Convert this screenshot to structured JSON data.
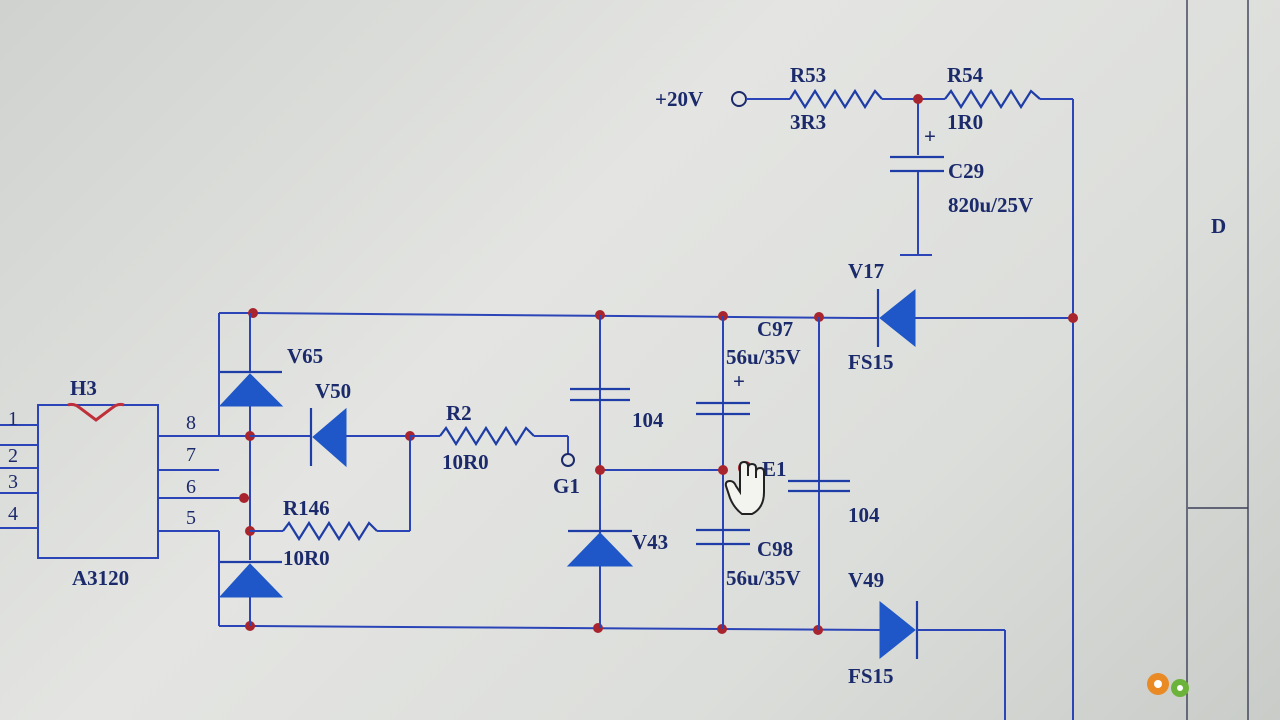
{
  "supply": {
    "label": "+20V"
  },
  "resistors": {
    "r53": {
      "name": "R53",
      "value": "3R3"
    },
    "r54": {
      "name": "R54",
      "value": "1R0"
    },
    "r2": {
      "name": "R2",
      "value": "10R0"
    },
    "r146": {
      "name": "R146",
      "value": "10R0"
    }
  },
  "capacitors": {
    "c29": {
      "name": "C29",
      "value": "820u/25V",
      "polarity": "+"
    },
    "c97": {
      "name": "C97",
      "value": "56u/35V",
      "polarity": "+"
    },
    "c98": {
      "name": "C98",
      "value": "56u/35V"
    },
    "cap_104_left": {
      "value": "104"
    },
    "cap_104_right": {
      "value": "104"
    }
  },
  "diodes": {
    "v17": {
      "name": "V17",
      "value": "FS15"
    },
    "v49": {
      "name": "V49",
      "value": "FS15"
    },
    "v65": {
      "name": "V65"
    },
    "v50": {
      "name": "V50"
    },
    "v43": {
      "name": "V43"
    }
  },
  "ic": {
    "name": "A3120",
    "header": "H3",
    "left_pins": [
      "1",
      "2",
      "3",
      "4"
    ],
    "right_pins": [
      "8",
      "7",
      "6",
      "5"
    ]
  },
  "terminals": {
    "g1": "G1",
    "e1": "E1"
  },
  "title_block": {
    "zone": "D"
  },
  "icons": [
    "hand-cursor-icon",
    "gear-icon"
  ],
  "colors": {
    "wire": "#2b45b8",
    "node": "#a8252e",
    "paper": "#dcdedb"
  }
}
